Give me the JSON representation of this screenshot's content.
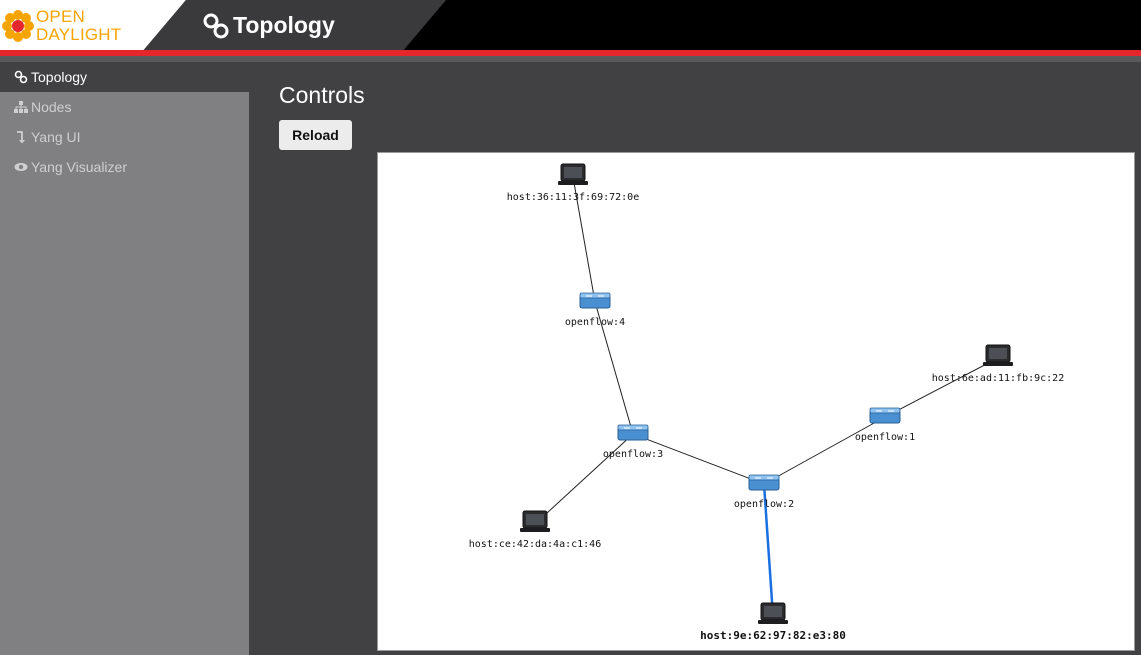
{
  "header": {
    "logo_line1": "OPEN",
    "logo_line2": "DAYLIGHT",
    "title": "Topology"
  },
  "sidebar": {
    "items": [
      {
        "label": "Topology",
        "icon": "link-icon",
        "active": true
      },
      {
        "label": "Nodes",
        "icon": "sitemap-icon",
        "active": false
      },
      {
        "label": "Yang UI",
        "icon": "arrow-down-turn-icon",
        "active": false
      },
      {
        "label": "Yang Visualizer",
        "icon": "eye-icon",
        "active": false
      }
    ]
  },
  "main": {
    "title": "Controls",
    "reload_label": "Reload"
  },
  "topology": {
    "nodes": [
      {
        "id": "host:36:11:3f:69:72:0e",
        "type": "host"
      },
      {
        "id": "openflow:4",
        "type": "switch"
      },
      {
        "id": "openflow:3",
        "type": "switch"
      },
      {
        "id": "openflow:2",
        "type": "switch"
      },
      {
        "id": "openflow:1",
        "type": "switch"
      },
      {
        "id": "host:6e:ad:11:fb:9c:22",
        "type": "host"
      },
      {
        "id": "host:ce:42:da:4a:c1:46",
        "type": "host"
      },
      {
        "id": "host:9e:62:97:82:e3:80",
        "type": "host",
        "selected": true
      }
    ],
    "links": [
      {
        "source": "host:36:11:3f:69:72:0e",
        "target": "openflow:4"
      },
      {
        "source": "openflow:4",
        "target": "openflow:3"
      },
      {
        "source": "openflow:3",
        "target": "openflow:2"
      },
      {
        "source": "openflow:3",
        "target": "host:ce:42:da:4a:c1:46"
      },
      {
        "source": "openflow:2",
        "target": "openflow:1"
      },
      {
        "source": "openflow:1",
        "target": "host:6e:ad:11:fb:9c:22"
      },
      {
        "source": "openflow:2",
        "target": "host:9e:62:97:82:e3:80",
        "highlight": true
      }
    ],
    "colors": {
      "link": "#222222",
      "highlight_link": "#1a6fe0",
      "switch": "#4a90d0"
    }
  }
}
